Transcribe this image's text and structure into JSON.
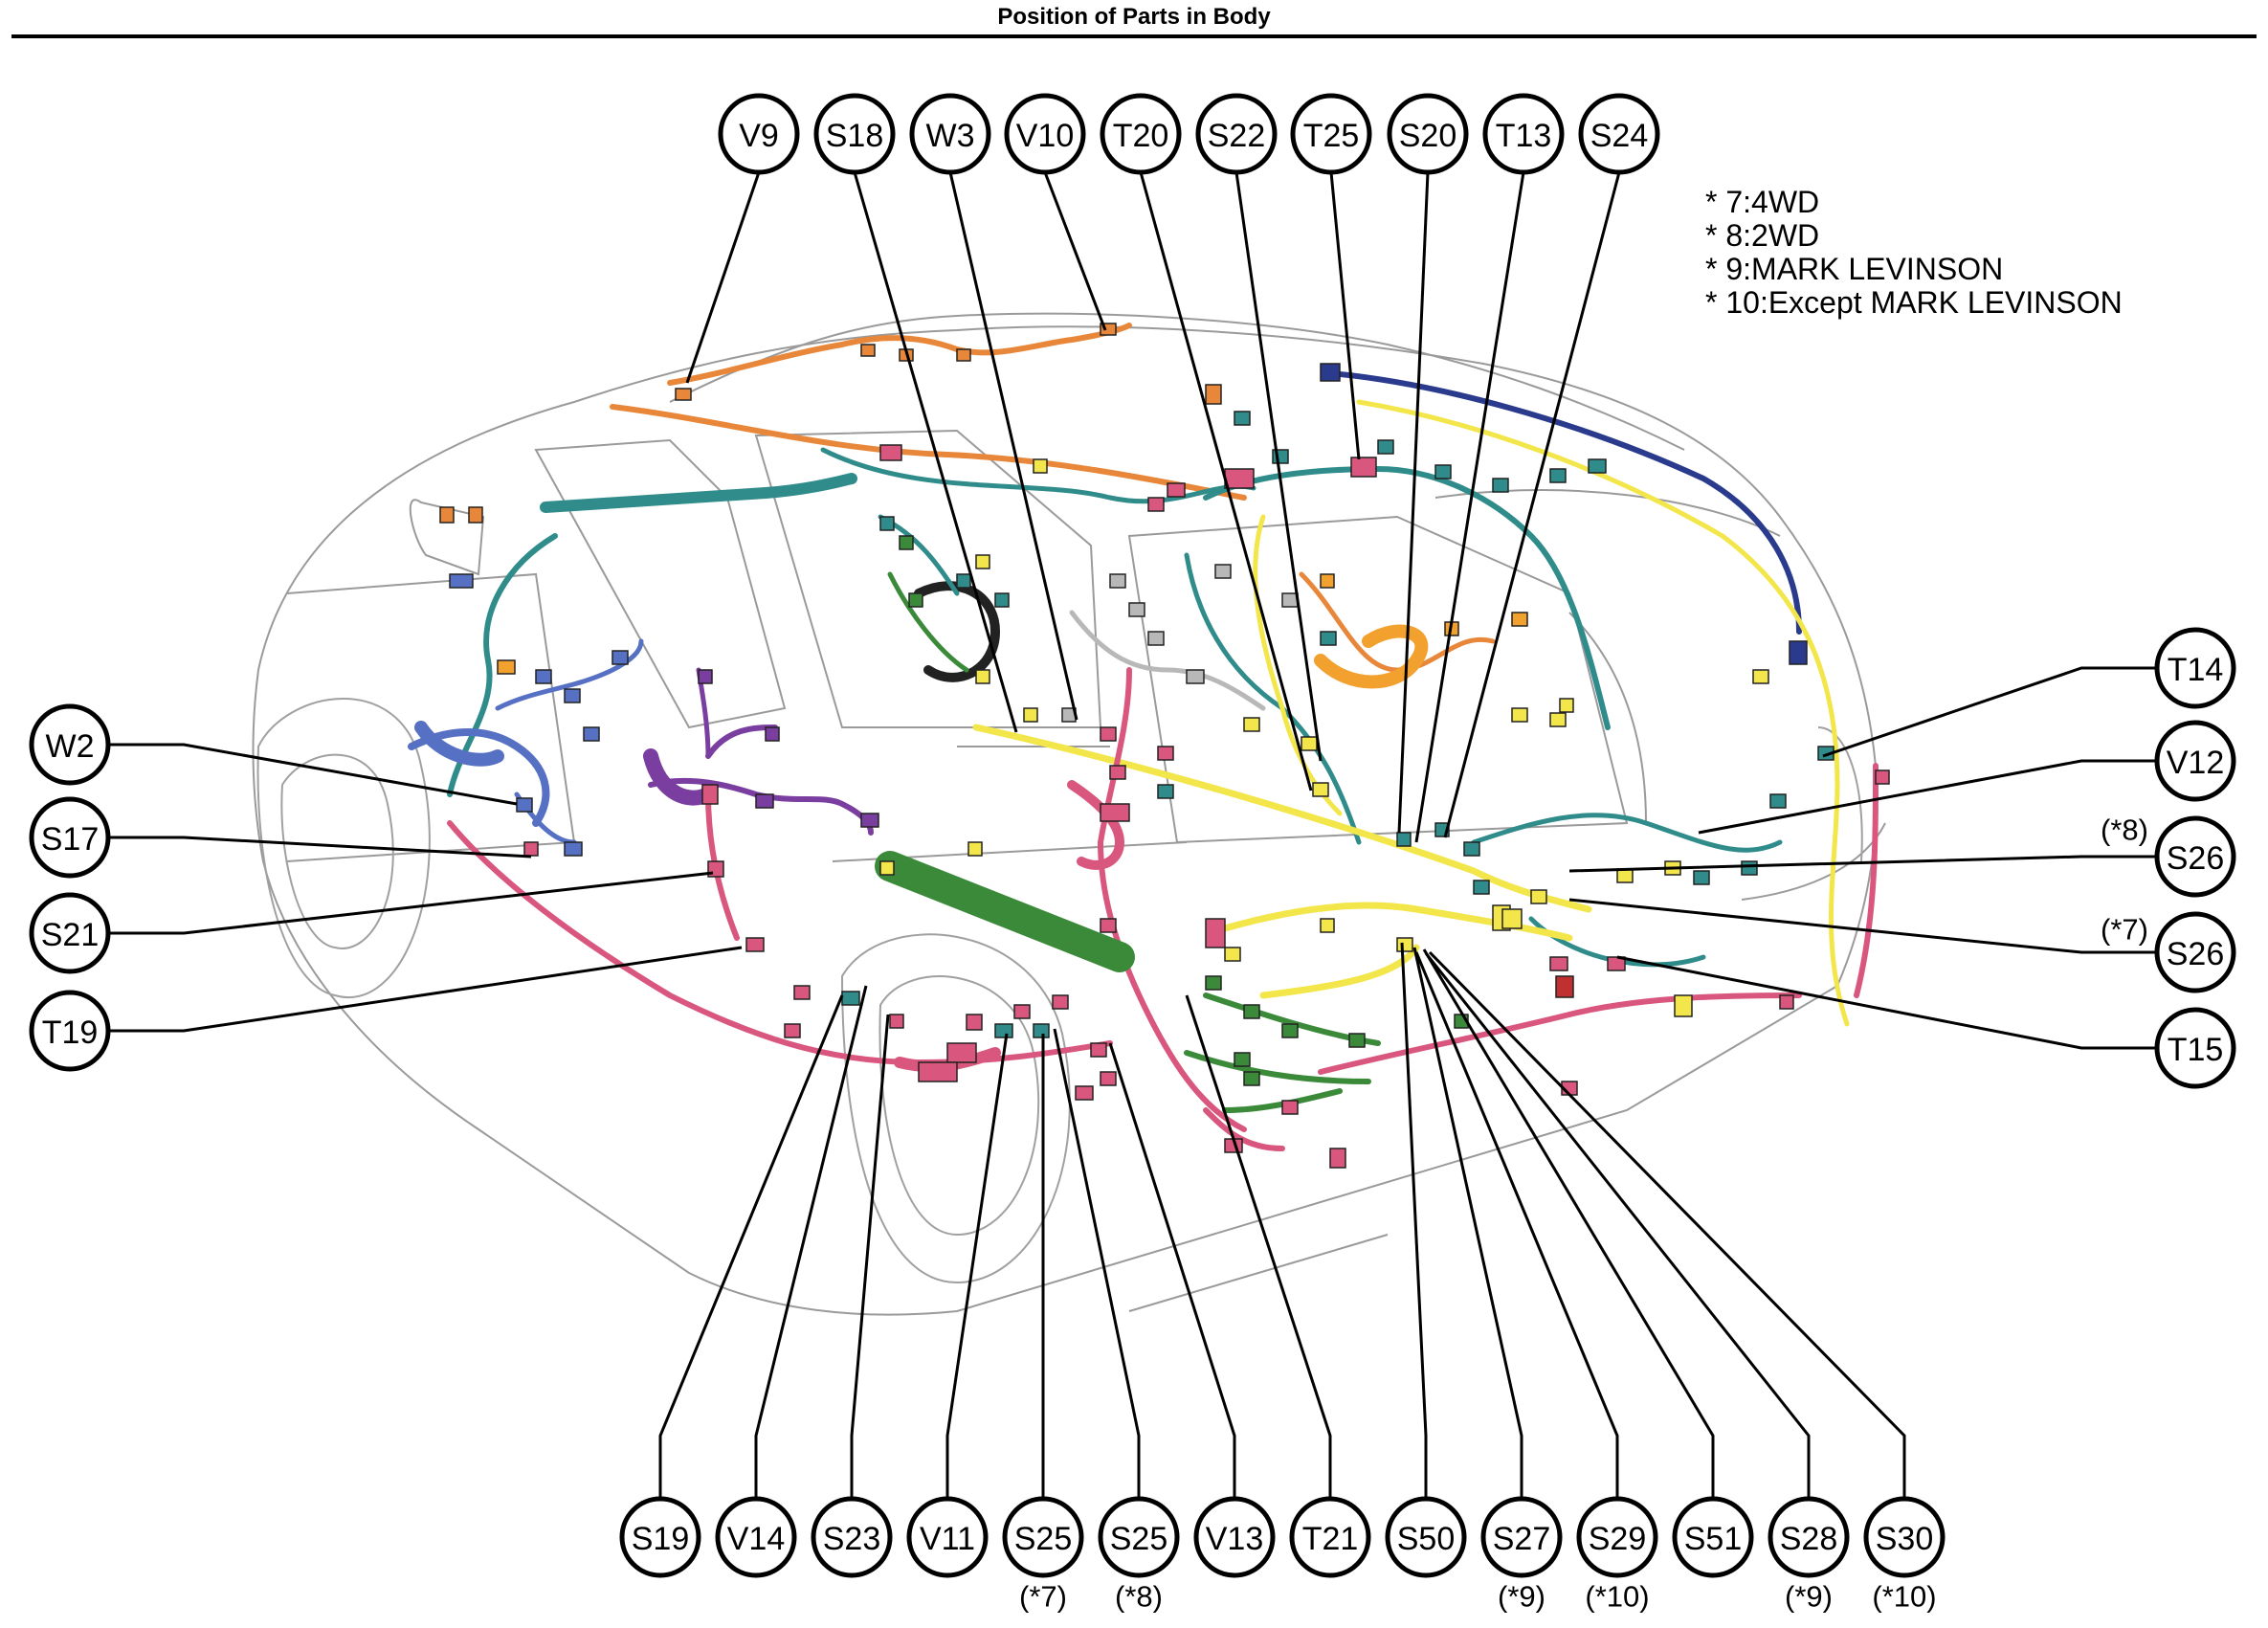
{
  "title": "Position of Parts in Body",
  "legend": [
    "* 7:4WD",
    "* 8:2WD",
    "* 9:MARK LEVINSON",
    "* 10:Except MARK LEVINSON"
  ],
  "callouts": {
    "top": [
      "V9",
      "S18",
      "W3",
      "V10",
      "T20",
      "S22",
      "T25",
      "S20",
      "T13",
      "S24"
    ],
    "left": [
      "W2",
      "S17",
      "S21",
      "T19"
    ],
    "right": [
      "T14",
      "V12",
      "S26",
      "S26",
      "T15"
    ],
    "right_notes": [
      "(*8)",
      "(*7)"
    ],
    "bottom": [
      "S19",
      "V14",
      "S23",
      "V11",
      "S25",
      "S25",
      "V13",
      "T21",
      "S50",
      "S27",
      "S29",
      "S51",
      "S28",
      "S30"
    ],
    "bottom_notes": [
      "(*7)",
      "(*8)",
      "(*9)",
      "(*10)",
      "(*9)",
      "(*10)"
    ]
  },
  "colors": {
    "orange": "#e8873a",
    "teal": "#2f8c8a",
    "yellow": "#f2e64a",
    "pink": "#d9577f",
    "green": "#3b8a3a",
    "purple": "#7a3da0",
    "blue": "#5670c4",
    "navy": "#2a3a8c",
    "amber": "#f2a12e",
    "gray": "#b8b8b8"
  }
}
